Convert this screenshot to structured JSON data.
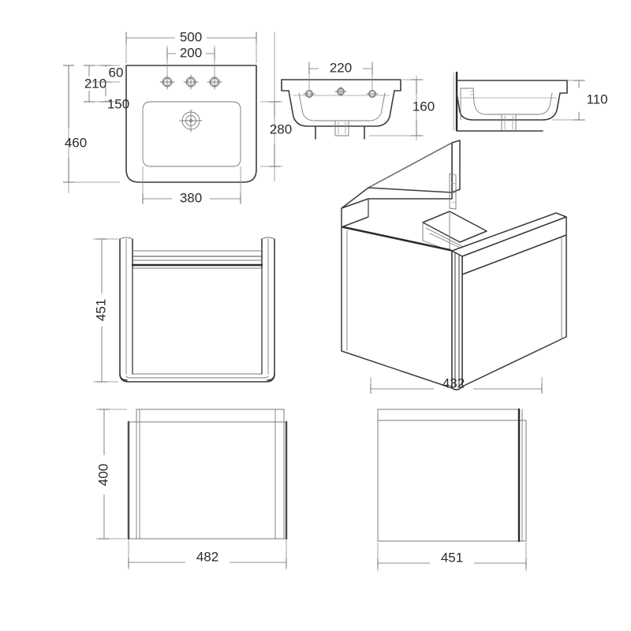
{
  "document": {
    "type": "technical-drawing",
    "subject": "Wall-hung basin and vanity unit dimensioned drawing",
    "units": "mm",
    "background_color": "#ffffff",
    "line_color": "#3c3c3c",
    "dimension_color": "#6e6e6e",
    "text_color": "#2b2b2b"
  },
  "views": {
    "basin_plan": {
      "name": "Basin top view (plan)",
      "dimensions": {
        "overall_width": "500",
        "tap_hole_spacing": "200",
        "overall_depth": "460",
        "back_to_tap_holes": "60",
        "tap_hole_band": "210",
        "tap_to_bowl": "150",
        "bowl_front_width": "380",
        "bowl_depth": "280"
      }
    },
    "basin_front": {
      "name": "Basin front elevation",
      "dimensions": {
        "tap_hole_spacing": "220",
        "height": "160"
      }
    },
    "basin_side": {
      "name": "Basin side elevation",
      "dimensions": {
        "height": "110"
      }
    },
    "cabinet_side": {
      "name": "Vanity unit side view",
      "dimensions": {
        "height": "451"
      }
    },
    "cabinet_iso": {
      "name": "Vanity unit isometric view",
      "dimensions": {
        "depth": "432"
      }
    },
    "cabinet_front": {
      "name": "Vanity unit front elevation",
      "dimensions": {
        "height": "400",
        "width": "482"
      }
    },
    "cabinet_back": {
      "name": "Vanity unit rear/side elevation",
      "dimensions": {
        "width": "451"
      }
    }
  },
  "labels": {
    "d500": "500",
    "d200": "200",
    "d60": "60",
    "d210": "210",
    "d150": "150",
    "d460": "460",
    "d380": "380",
    "d280": "280",
    "d220": "220",
    "d160": "160",
    "d110": "110",
    "d451_side": "451",
    "d432": "432",
    "d400": "400",
    "d482": "482",
    "d451_back": "451"
  }
}
